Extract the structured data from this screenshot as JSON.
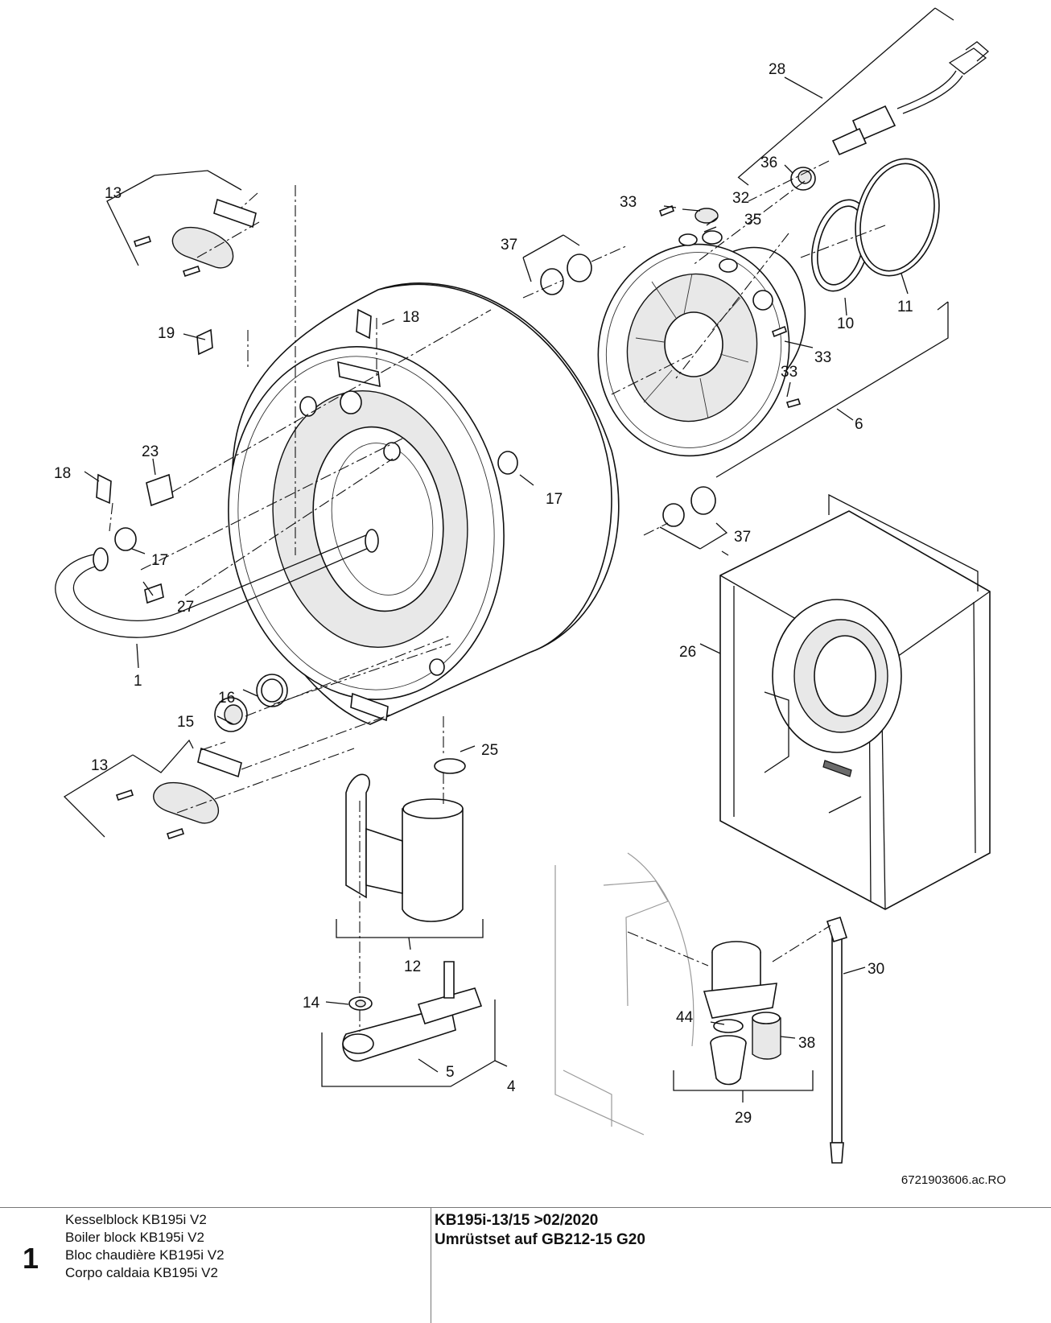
{
  "diagram": {
    "document_number": "6721903606.ac.RO",
    "labels": {
      "p28": "28",
      "p36": "36",
      "p33a": "33",
      "p32": "32",
      "p35": "35",
      "p37a": "37",
      "p13a": "13",
      "p18a": "18",
      "p19": "19",
      "p10": "10",
      "p11": "11",
      "p33b": "33",
      "p33c": "33",
      "p6": "6",
      "p23": "23",
      "p18b": "18",
      "p17a": "17",
      "p17b": "17",
      "p37b": "37",
      "p27": "27",
      "p26": "26",
      "p1": "1",
      "p16": "16",
      "p15": "15",
      "p25": "25",
      "p13b": "13",
      "p12": "12",
      "p14": "14",
      "p30": "30",
      "p44": "44",
      "p38": "38",
      "p5": "5",
      "p4": "4",
      "p29": "29"
    }
  },
  "footer": {
    "section_number": "1",
    "block_names": [
      "Kesselblock KB195i V2",
      "Boiler block KB195i V2",
      "Bloc chaudière KB195i V2",
      "Corpo caldaia KB195i V2"
    ],
    "model_lines": [
      "KB195i-13/15 >02/2020",
      "Umrüstset auf GB212-15 G20"
    ]
  }
}
